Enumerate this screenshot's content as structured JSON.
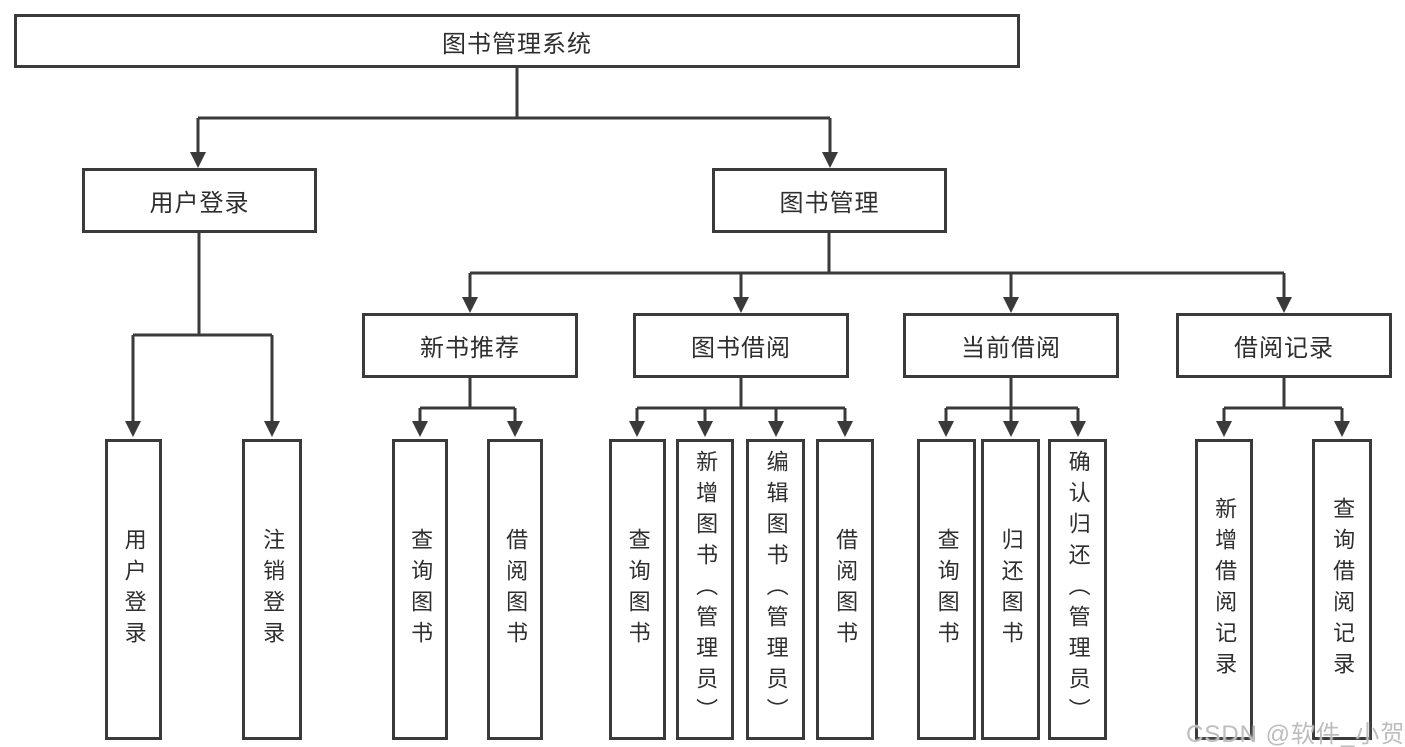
{
  "diagram_title": "图书管理系统",
  "tree": {
    "label": "图书管理系统",
    "children": [
      {
        "label": "用户登录",
        "children": [
          {
            "label": "用户登录"
          },
          {
            "label": "注销登录"
          }
        ]
      },
      {
        "label": "图书管理",
        "children": [
          {
            "label": "新书推荐",
            "children": [
              {
                "label": "查询图书"
              },
              {
                "label": "借阅图书"
              }
            ]
          },
          {
            "label": "图书借阅",
            "children": [
              {
                "label": "查询图书"
              },
              {
                "label": "新增图书（管理员）"
              },
              {
                "label": "编辑图书（管理员）"
              },
              {
                "label": "借阅图书"
              }
            ]
          },
          {
            "label": "当前借阅",
            "children": [
              {
                "label": "查询图书"
              },
              {
                "label": "归还图书"
              },
              {
                "label": "确认归还（管理员）"
              }
            ]
          },
          {
            "label": "借阅记录",
            "children": [
              {
                "label": "新增借阅记录"
              },
              {
                "label": "查询借阅记录"
              }
            ]
          }
        ]
      }
    ]
  },
  "watermark": "CSDN @软件_小贺同学",
  "colors": {
    "line": "#3a3a3a",
    "text": "#2e2e2e",
    "watermark": "#bdbdbd",
    "background": "#ffffff"
  }
}
